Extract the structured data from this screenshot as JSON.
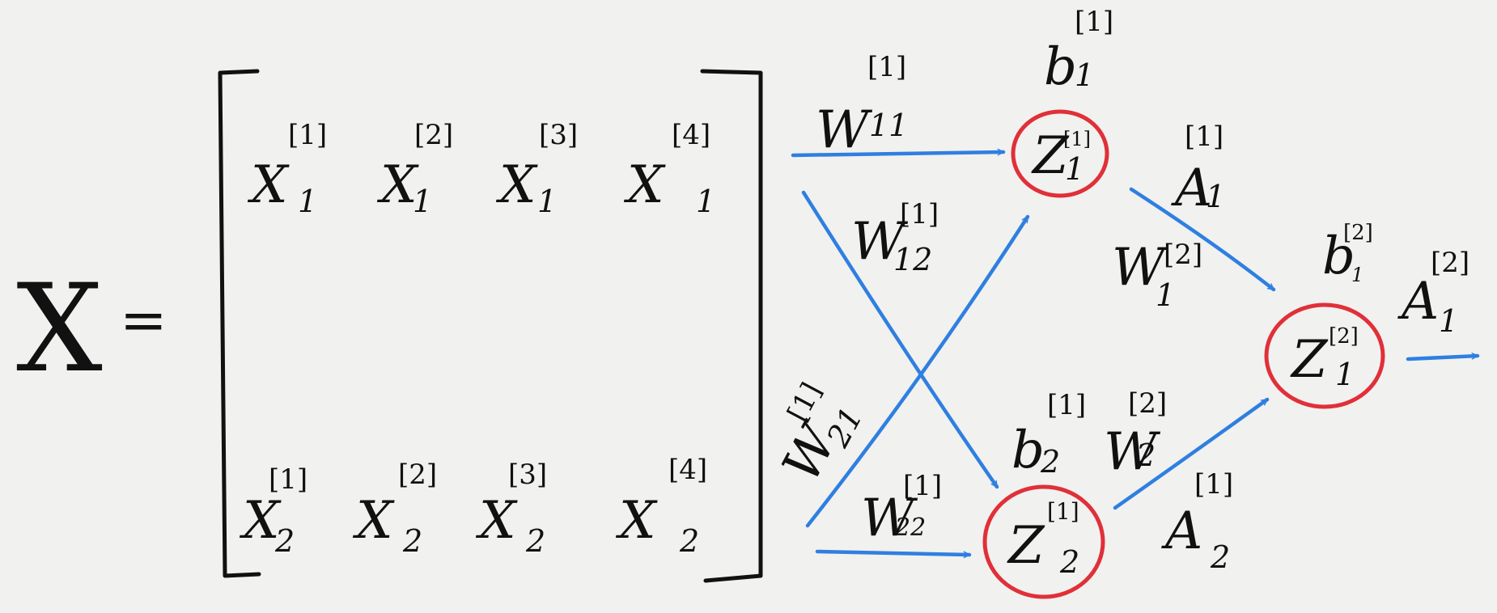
{
  "matrix": {
    "name": "X",
    "equals": "=",
    "cells": [
      [
        {
          "base": "X",
          "sub": "1",
          "sup": "[1]"
        },
        {
          "base": "X",
          "sub": "1",
          "sup": "[2]"
        },
        {
          "base": "X",
          "sub": "1",
          "sup": "[3]"
        },
        {
          "base": "X",
          "sub": "1",
          "sup": "[4]"
        }
      ],
      [
        {
          "base": "X",
          "sub": "2",
          "sup": "[1]"
        },
        {
          "base": "X",
          "sub": "2",
          "sup": "[2]"
        },
        {
          "base": "X",
          "sub": "2",
          "sup": "[3]"
        },
        {
          "base": "X",
          "sub": "2",
          "sup": "[4]"
        }
      ]
    ]
  },
  "weights": {
    "w11": {
      "base": "W",
      "sub": "11",
      "sup": "[1]"
    },
    "w12": {
      "base": "W",
      "sub": "12",
      "sup": "[1]"
    },
    "w21": {
      "base": "W",
      "sub": "21",
      "sup": "[1]"
    },
    "w22": {
      "base": "W",
      "sub": "22",
      "sup": "[1]"
    },
    "w1_2": {
      "base": "W",
      "sub": "1",
      "sup": "[2]"
    },
    "w2_2": {
      "base": "W",
      "sub": "2",
      "sup": "[2]"
    }
  },
  "biases": {
    "b1_1": {
      "base": "b",
      "sub": "1",
      "sup": "[1]"
    },
    "b2_1": {
      "base": "b",
      "sub": "2",
      "sup": "[1]"
    },
    "b1_2": {
      "base": "b",
      "sub": "1",
      "sup": "[2]"
    }
  },
  "nodes": {
    "z1_1": {
      "base": "Z",
      "sub": "1",
      "sup": "[1]"
    },
    "z2_1": {
      "base": "Z",
      "sub": "2",
      "sup": "[1]"
    },
    "z1_2": {
      "base": "Z",
      "sub": "1",
      "sup": "[2]"
    }
  },
  "activations": {
    "a1_1": {
      "base": "A",
      "sub": "1",
      "sup": "[1]"
    },
    "a2_1": {
      "base": "A",
      "sub": "2",
      "sup": "[1]"
    },
    "a1_2": {
      "base": "A",
      "sub": "1",
      "sup": "[2]"
    }
  },
  "colors": {
    "background": "#f1f1f0",
    "ink": "#111111",
    "arrow": "#2f7fe0",
    "node": "#e03038"
  }
}
